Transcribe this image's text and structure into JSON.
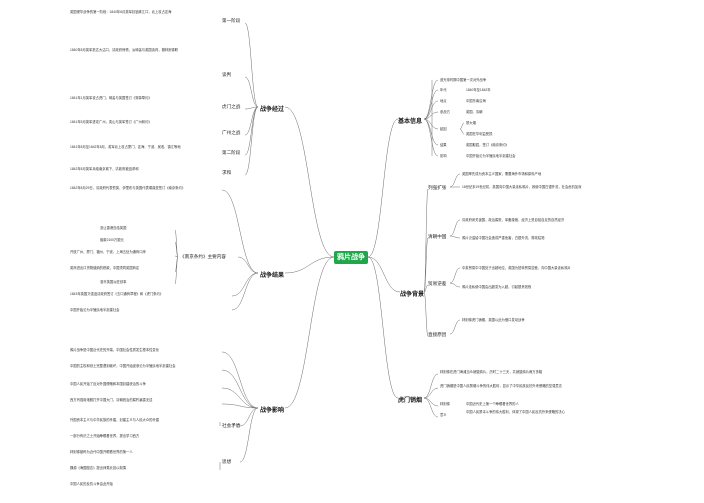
{
  "root": "鸦片战争",
  "colors": {
    "root_bg": "#1fa84a",
    "lines": "#6b6b6b"
  },
  "main": {
    "basic": "基本信息",
    "background": "战争背景",
    "process": "战争经过",
    "result": "战争结果",
    "influence": "战争影响",
    "anti": "虎门销烟"
  },
  "basic": {
    "r0": "道光帝时期中国第一次对外战争",
    "r1_l": "年代",
    "r1_v": "1840年至1842年",
    "r2_l": "地点",
    "r2_v": "中国东南沿海",
    "r3_l": "参战方",
    "r3_v": "英国、清朝",
    "r4_l": "起因",
    "r4_a": "禁大烟",
    "r4_b": "英国在华利益受损",
    "r5_l": "结果",
    "r5_v": "英国取胜，签订《南京条约》",
    "r6_l": "影响",
    "r6_v": "中国开始沦为半殖民地半封建社会"
  },
  "background": {
    "sub1": "列强扩张",
    "sub1_a": "英国率先成为资本主义国家，需要海外市场和原料产地",
    "sub1_b": "18世纪末19世纪初，英国向中国大量走私鸦片，致使中国白银外流，社会危机加深",
    "sub2": "清朝中国",
    "sub2_a": "清政府闭关锁国，政治腐败，军备废弛，经济上是自给自足的自然经济",
    "sub2_b": "鸦片泛滥给中国社会造成严重危害，白银外流，财政枯竭",
    "sub3": "贸易逆差",
    "sub3_a": "中英贸易中中国处于出超地位，英国为扭转贸易逆差，向中国大量走私鸦片",
    "sub3_b": "鸦片走私使中国由出超变为入超，引起银贵钱贱",
    "sub4": "直接原因",
    "sub4_a": "林则徐虎门销烟，英国以此为借口发动战争"
  },
  "process": {
    "a": "英国侵华战争的第一阶段：1840年6月英军封锁珠江口，北上攻占定海",
    "a_l": "第一阶段",
    "b": "1840年8月英军抵达大沽口，清政府惊慌，派琦善与英国谈判，撤林则徐职",
    "b_l": "谈判",
    "c": "1841年1月英军攻占虎门，琦善与英国签订《穿鼻草约》",
    "c_l": "虎门之战",
    "d": "1841年5月英军进攻广州，奕山与英军签订《广州和约》",
    "d_l": "广州之战",
    "e": "1841年8月至1842年8月，英军北上攻占厦门、定海、宁波、吴淞、镇江等地",
    "e_l": "第二阶段",
    "f": "1842年8月英军兵临南京城下，清政府被迫求和",
    "f_l": "求和"
  },
  "result": {
    "head": "1842年8月29日，清政府代表耆英、伊里布与英国代表璞鼎查签订《南京条约》",
    "sub": "《南京条约》主要内容",
    "i1": "割让香港岛给英国",
    "i2": "赔款2100万银元",
    "i3": "开放广州、厦门、福州、宁波、上海五处为通商口岸",
    "i4": "英商进出口货物缴纳的税款，中国须同英国商定",
    "i5": "准许英国派驻领事",
    "tail_a": "1843年英国又强迫清政府签订《五口通商章程》和《虎门条约》",
    "tail_b": "中国开始沦为半殖民地半封建社会"
  },
  "influence": {
    "p1": "鸦片战争是中国近代史的开端，中国社会性质发生根本性变化",
    "p2": "中国的主权和领土完整遭到破坏，中国开始逐渐沦为半殖民地半封建社会",
    "p3": "中国人民开始了反对外国侵略和本国封建统治的斗争",
    "p4": "西方列强用炮舰打开中国大门，清朝统治的腐朽暴露无遗",
    "p5": "社会矛盾",
    "p6": "外国资本主义与中华民族的矛盾，封建主义与人民大众的矛盾",
    "p7": "一部分有识之士开始睁眼看世界，提出学习西方",
    "p8": "思想",
    "p9": "林则徐被称为近代中国开眼看世界的第一人",
    "p10": "魏源《海国图志》提出师夷长技以制夷",
    "p11": "中国人民的反抗斗争由此开始"
  },
  "anti": {
    "a": "林则徐在虎门海滩当众销毁鸦片，历时二十三天，共销毁鸦片两万多箱",
    "b": "虎门销烟是中国人民禁烟斗争的伟大胜利，显示了中华民族反抗外来侵略的坚强意志",
    "c": "林则徐",
    "c_v": "中国近代史上第一个睁眼看世界的人",
    "d": "意义",
    "d_v": "中国人民禁毒斗争的伟大胜利，体现了中国人民反抗外来侵略的决心"
  }
}
